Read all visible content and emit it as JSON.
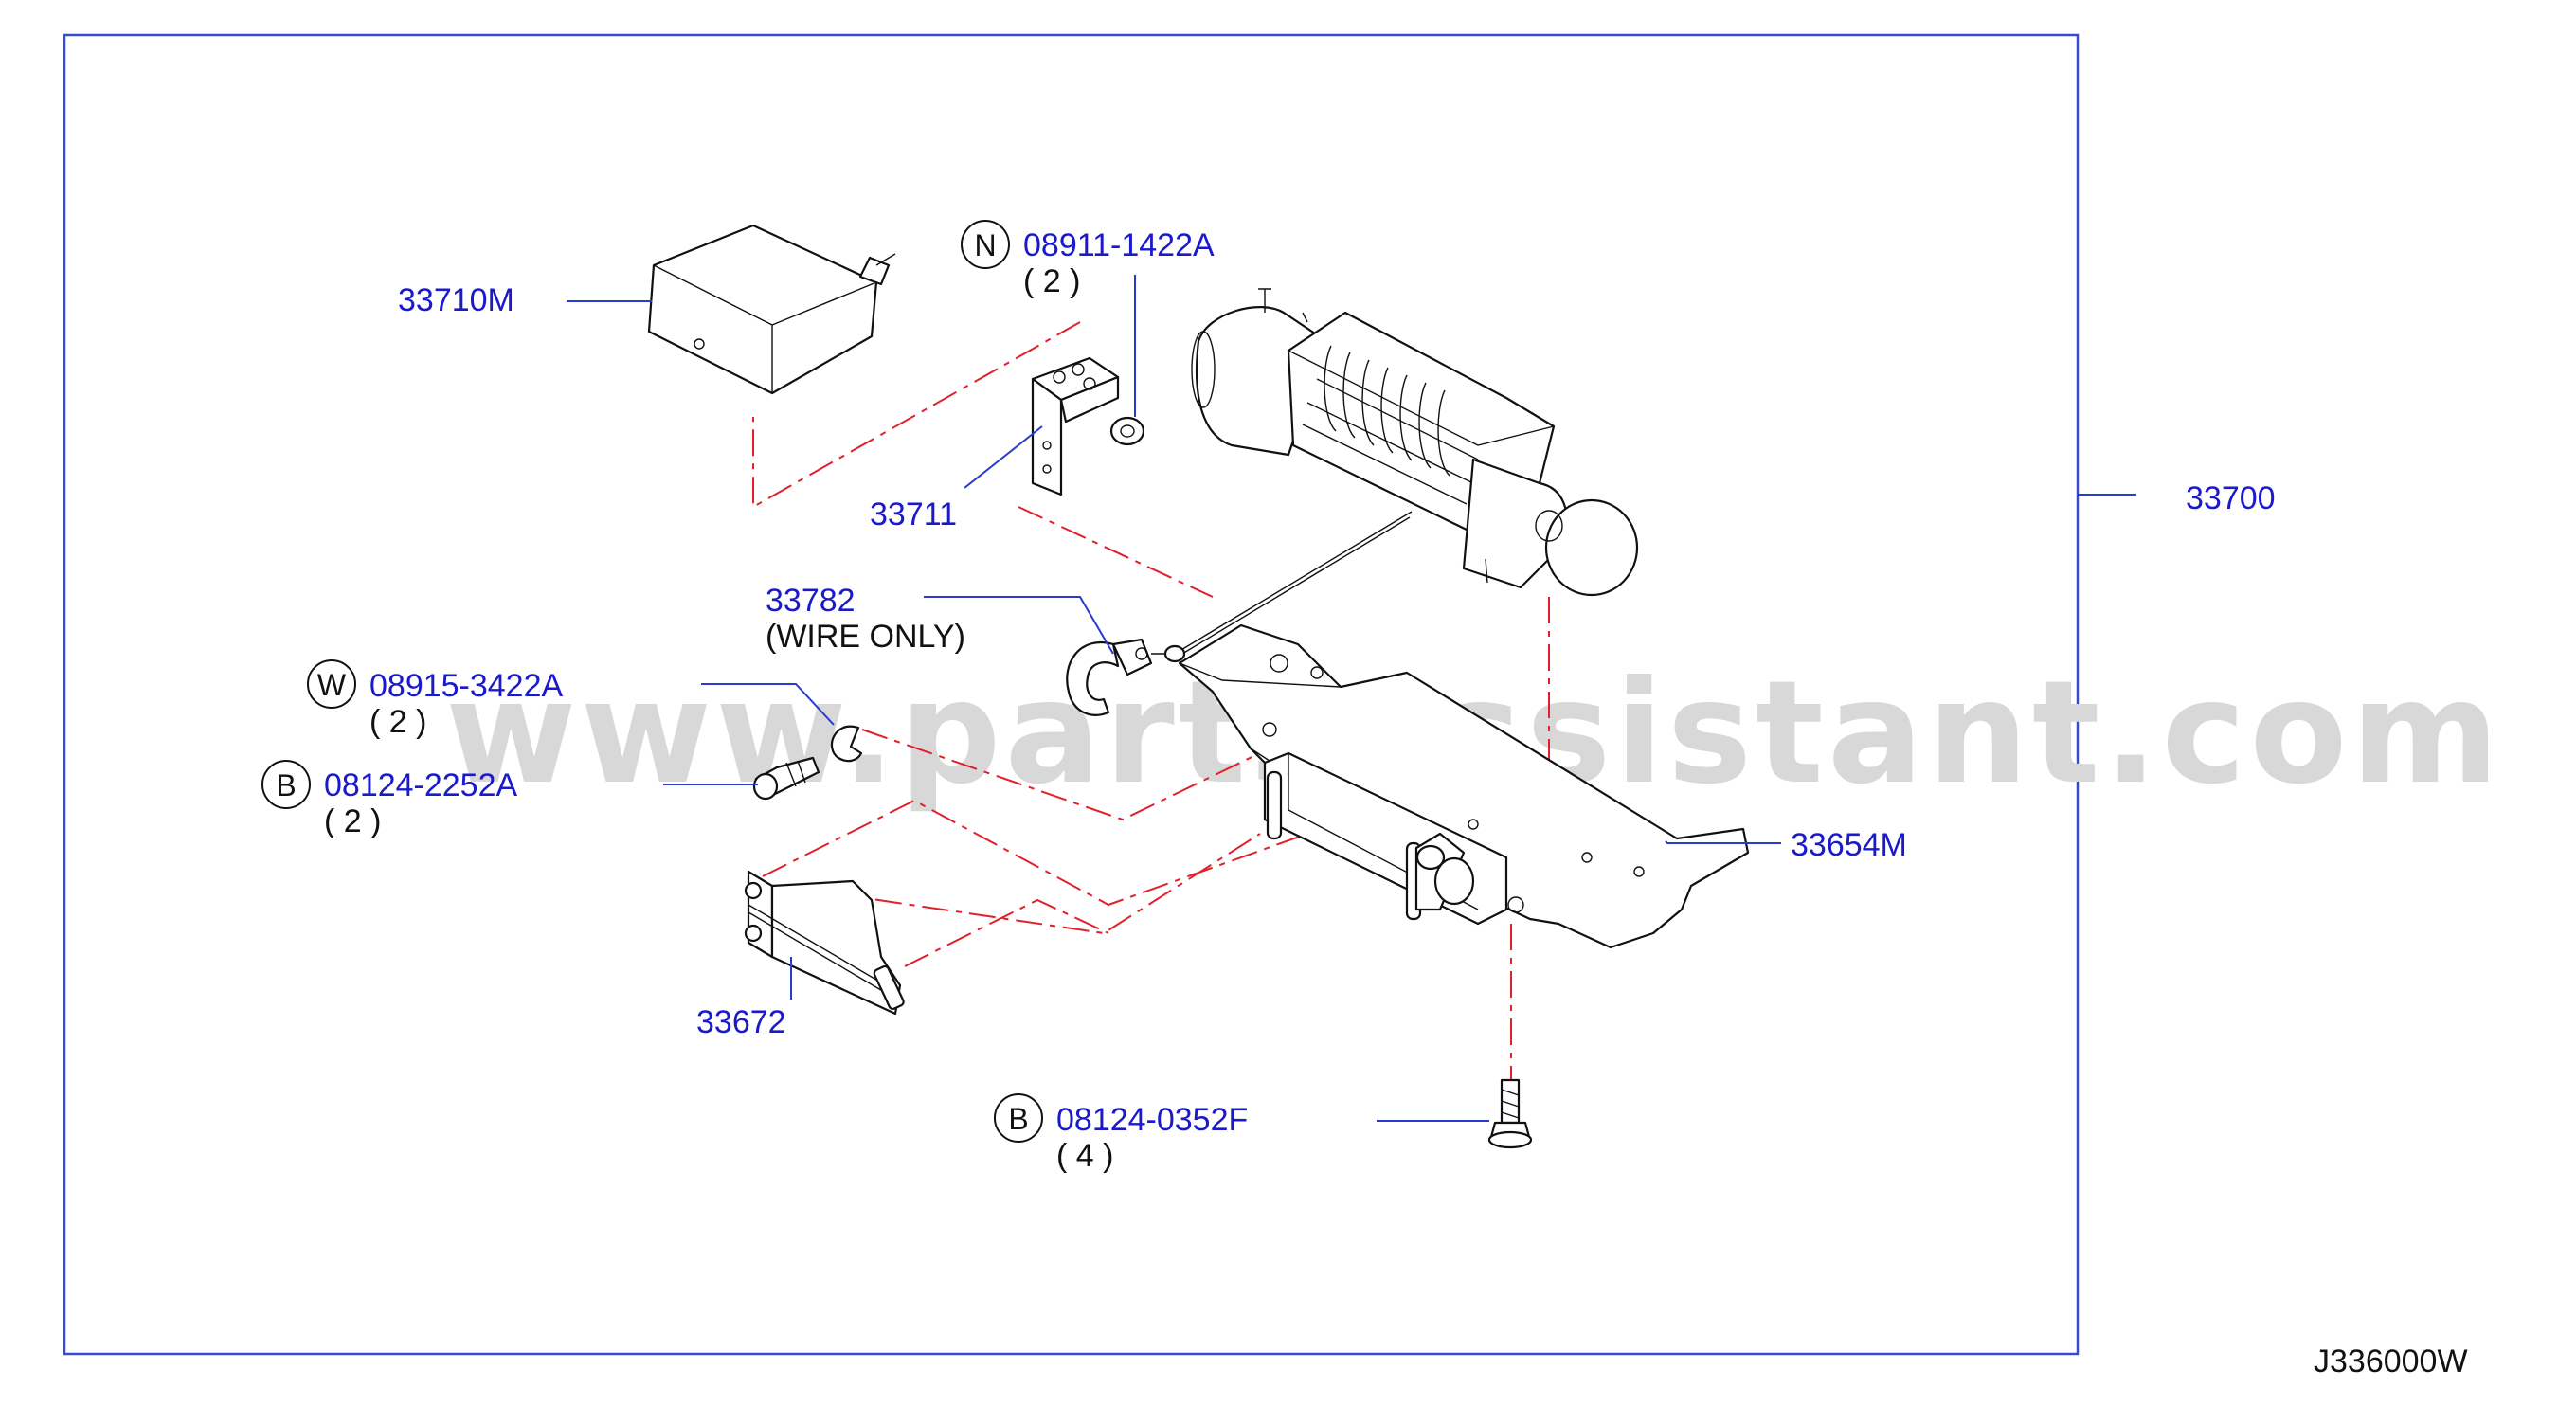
{
  "watermark": "www.partsassistant.com",
  "figure_code": "J336000W",
  "labels": {
    "p33710M": "33710M",
    "p33711": "33711",
    "p08911": "08911-1422A",
    "p08911_qty": "( 2 )",
    "p08911_sym": "N",
    "p33700": "33700",
    "p33782": "33782",
    "p33782_note": "(WIRE   ONLY)",
    "p08915": "08915-3422A",
    "p08915_qty": "( 2 )",
    "p08915_sym": "W",
    "p08124a": "08124-2252A",
    "p08124a_qty": "( 2 )",
    "p08124a_sym": "B",
    "p33654M": "33654M",
    "p33672": "33672",
    "p08124b": "08124-0352F",
    "p08124b_qty": "( 4 )",
    "p08124b_sym": "B"
  },
  "colors": {
    "label_blue": "#1a1acc",
    "frame_blue": "#3a4ad0",
    "dash_red": "#e0202a"
  }
}
